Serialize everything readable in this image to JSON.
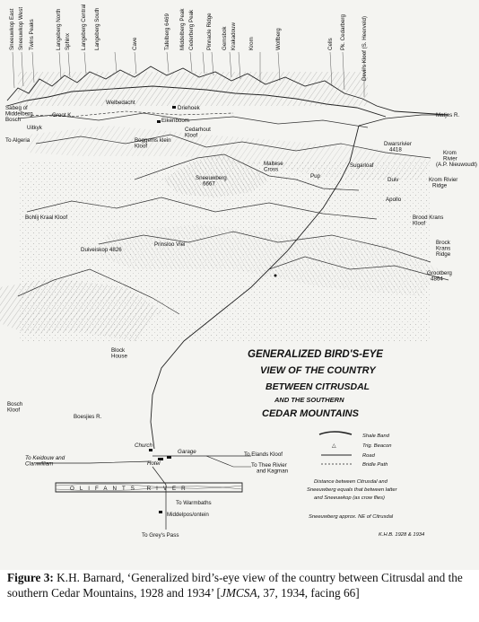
{
  "peaks": [
    {
      "id": "sneeuwkop-east",
      "label": "Sneeuwkop East"
    },
    {
      "id": "sneeuwkop-west",
      "label": "Sneeuwkop West"
    },
    {
      "id": "twins-peaks",
      "label": "Twins Peaks"
    },
    {
      "id": "langeberg-north",
      "label": "Langeberg North"
    },
    {
      "id": "sphinx",
      "label": "Sphinx"
    },
    {
      "id": "langeberg-central",
      "label": "Langeberg Central"
    },
    {
      "id": "langeberg-south",
      "label": "Langeberg South"
    },
    {
      "id": "cave",
      "label": "Cave"
    },
    {
      "id": "tafelberg",
      "label": "Tafelberg 6469"
    },
    {
      "id": "middelberg-peak",
      "label": "Middelberg Peak"
    },
    {
      "id": "cederberg-peak",
      "label": "Cederberg Peak"
    },
    {
      "id": "pinnacle-ridge",
      "label": "Pinnacle Ridge"
    },
    {
      "id": "gemsbok",
      "label": "Gemsbok"
    },
    {
      "id": "krakadouw",
      "label": "Krakadouw"
    },
    {
      "id": "krom",
      "label": "Krom"
    },
    {
      "id": "wolfberg",
      "label": "Wolfberg"
    },
    {
      "id": "cells",
      "label": "Cells"
    },
    {
      "id": "pk-cedarberg",
      "label": "Pk. Cedarberg"
    },
    {
      "id": "devils-kloof",
      "label": "Devil's Kloof (S. Heerveld)"
    }
  ],
  "places": [
    {
      "id": "sabeg-nieuwoudtville",
      "lines": [
        "Sabeg of",
        "Middelberg",
        "Bosch"
      ]
    },
    {
      "id": "groot-kloof",
      "label": "Groot K."
    },
    {
      "id": "uitkyk",
      "label": "Uitkyk"
    },
    {
      "id": "algeria",
      "label": "To Algeria"
    },
    {
      "id": "welbedacht",
      "label": "Welbedacht"
    },
    {
      "id": "driehoek",
      "label": "Driehoek"
    },
    {
      "id": "eikenboom",
      "label": "Eikenboom"
    },
    {
      "id": "cedarberg-kloof",
      "lines": [
        "Cedarhout",
        "Kloof"
      ]
    },
    {
      "id": "boggoms-kloof",
      "lines": [
        "Boggems klein",
        "Kloof"
      ]
    },
    {
      "id": "matjes-r",
      "label": "Matjes R."
    },
    {
      "id": "sneeuwberg",
      "lines": [
        "Sneeuwberg",
        "6667"
      ]
    },
    {
      "id": "maltese-cross",
      "lines": [
        "Maltese",
        "Cross"
      ]
    },
    {
      "id": "pup",
      "label": "Pup"
    },
    {
      "id": "sugarloaf",
      "label": "Sugarloaf"
    },
    {
      "id": "dwarsrivier",
      "lines": [
        "Dwarsrivier",
        "4418"
      ]
    },
    {
      "id": "krom-rivier",
      "lines": [
        "Krom",
        "Rivier",
        "(A.P. Nieuwoudt)"
      ]
    },
    {
      "id": "krom-rivier-ridge",
      "lines": [
        "Krom Rivier",
        "Ridge"
      ]
    },
    {
      "id": "duiv",
      "label": "Duiv"
    },
    {
      "id": "apollo",
      "label": "Apollo"
    },
    {
      "id": "brood-krans-kloof",
      "lines": [
        "Brood Krans",
        "Kloof"
      ]
    },
    {
      "id": "brock-krans-ridge",
      "lines": [
        "Brock",
        "Krans",
        "Ridge"
      ]
    },
    {
      "id": "grootberg",
      "lines": [
        "Grootberg",
        "4864"
      ]
    },
    {
      "id": "bohlij-kraal-kloof",
      "label": "Bohlij Kraal Kloof"
    },
    {
      "id": "duiveiskop",
      "label": "Duiveiskop 4826"
    },
    {
      "id": "prinsloo-vlei",
      "label": "Prinsloo Vlei"
    },
    {
      "id": "block-house",
      "lines": [
        "Block",
        "House"
      ]
    },
    {
      "id": "bosch-kloof",
      "lines": [
        "Bosch",
        "Kloof"
      ]
    },
    {
      "id": "boesjies-r",
      "label": "Boesjies R."
    },
    {
      "id": "church",
      "label": "Church"
    },
    {
      "id": "to-keidouw",
      "lines": [
        "To Keidouw and",
        "Clanwilliam"
      ]
    },
    {
      "id": "hotel",
      "label": "Hotel"
    },
    {
      "id": "garage",
      "label": "Garage"
    },
    {
      "id": "to-elands-kloof",
      "label": "To Elands Kloof"
    },
    {
      "id": "to-thee-rivier",
      "lines": [
        "To Thee Rivier",
        "and Kagman"
      ]
    },
    {
      "id": "olifants-river",
      "label": "OLIFANTS RIVER"
    },
    {
      "id": "to-warmbaths",
      "label": "To Warmbaths"
    },
    {
      "id": "middelpos",
      "label": "Middelpos/ontein"
    },
    {
      "id": "to-greys-pass",
      "label": "To Grey's Pass"
    }
  ],
  "title_lines": [
    "GENERALIZED BIRD'S-EYE",
    "VIEW OF THE COUNTRY",
    "BETWEEN CITRUSDAL",
    "AND THE SOUTHERN",
    "CEDAR MOUNTAINS"
  ],
  "legend": {
    "items": [
      "Shale Band",
      "Trig. Beacon",
      "Road",
      "Bridle Path"
    ],
    "notes": [
      "Distance between Citrusdal and",
      "Sneeuwberg equals that between latter",
      "and Sneeuwkop (as crow flies)",
      "Sneeuwberg approx. NE of Citrusdal"
    ],
    "signature": "K.H.B. 1928 & 1934"
  },
  "caption": {
    "label": "Figure 3:",
    "text": " K.H. Barnard, ‘Generalized bird’s-eye view of the country between Citrusdal and the southern Cedar Mountains, 1928 and 1934’ [",
    "journal": "JMCSA",
    "tail": ", 37, 1934, facing 66]"
  },
  "colors": {
    "ink": "#111111",
    "paper": "#f4f4f1",
    "page": "#ffffff"
  }
}
